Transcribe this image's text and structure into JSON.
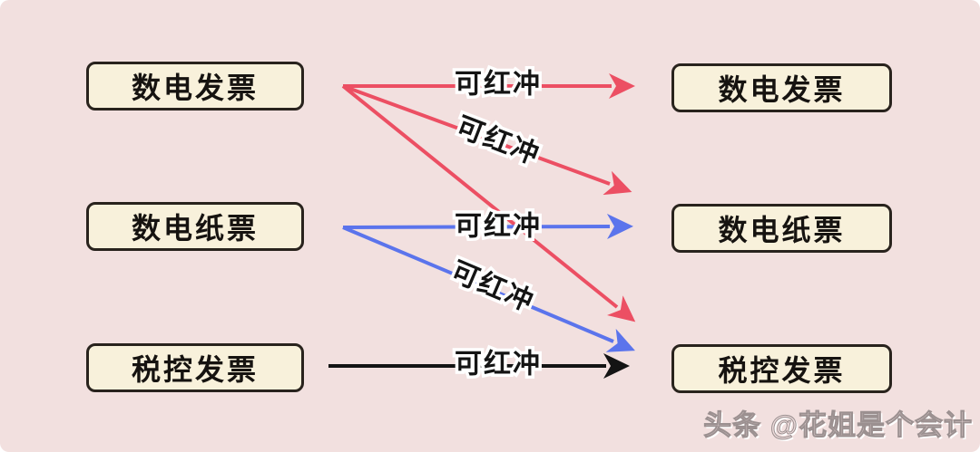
{
  "colors": {
    "bg": "#f2e0df",
    "box_fill": "#f8f1db",
    "box_border": "#29231d",
    "red": "#ec4f63",
    "blue": "#5b74ec",
    "black": "#141414",
    "label_text": "#141414",
    "label_halo": "#ffffff"
  },
  "nodes": {
    "left": [
      {
        "label": "数电发票"
      },
      {
        "label": "数电纸票"
      },
      {
        "label": "税控发票"
      }
    ],
    "right": [
      {
        "label": "数电发票"
      },
      {
        "label": "数电纸票"
      },
      {
        "label": "税控发票"
      }
    ]
  },
  "edges": [
    {
      "from": "数电发票",
      "to": "数电发票",
      "label": "可红冲",
      "color": "red"
    },
    {
      "from": "数电发票",
      "to": "数电纸票",
      "label": "可红冲",
      "color": "red"
    },
    {
      "from": "数电发票",
      "to": "税控发票",
      "label": "",
      "color": "red"
    },
    {
      "from": "数电纸票",
      "to": "数电纸票",
      "label": "可红冲",
      "color": "blue"
    },
    {
      "from": "数电纸票",
      "to": "税控发票",
      "label": "可红冲",
      "color": "blue"
    },
    {
      "from": "税控发票",
      "to": "税控发票",
      "label": "可红冲",
      "color": "black"
    }
  ],
  "watermark": "头条 @花姐是个会计"
}
